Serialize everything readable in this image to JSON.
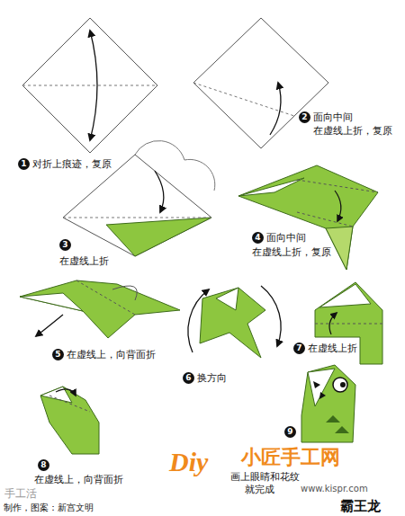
{
  "diagram": {
    "title": "霸王龙",
    "labels": [
      "1",
      "对折上痕迹，复原",
      "2",
      "面向中间",
      "在虚线上折，复原",
      "3",
      "在虚线上折",
      "4",
      "面向中间",
      "在虚线上折，复原",
      "5",
      "在虚线上，向背面折",
      "6",
      "换方向",
      "7",
      "在虚线上折",
      "8",
      "在虚线上，向背面折",
      "9",
      "画上眼睛和花纹",
      "就完成",
      "手工活",
      "制作，图案：新宫文明",
      "Diy",
      "小匠手工网",
      "www.kispr.com"
    ]
  }
}
